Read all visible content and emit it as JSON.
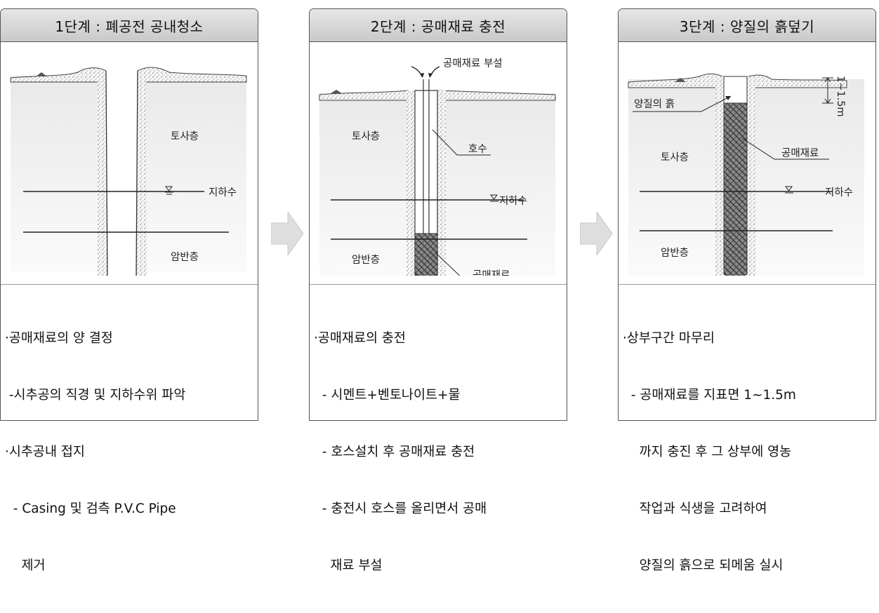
{
  "panels": [
    {
      "title": "1단계 : 폐공전 공내청소",
      "labels": {
        "soil": "토사층",
        "groundwater": "지하수",
        "rock": "암반층"
      },
      "description": [
        "·공매재료의 양 결정",
        " -시추공의 직경 및 지하수위 파악",
        "·시추공내 접지",
        "  - Casing 및 검측 P.V.C Pipe",
        "    제거"
      ]
    },
    {
      "title": "2단계 : 공매재료 충전",
      "labels": {
        "placement": "공매재료 부설",
        "soil": "토사층",
        "hose": "호수",
        "groundwater": "지하수",
        "rock": "암반층",
        "material": "공매재료"
      },
      "description": [
        "·공매재료의 충전",
        "  - 시멘트+벤토나이트+물",
        "  - 호스설치 후 공매재료 충전",
        "  - 충전시 호스를 올리면서 공매",
        "    재료 부설"
      ]
    },
    {
      "title": "3단계 : 양질의 흙덮기",
      "labels": {
        "depth": "1~1.5m",
        "topsoil": "양질의 흙",
        "soil": "토사층",
        "material": "공매재료",
        "groundwater": "지하수",
        "rock": "암반층"
      },
      "description": [
        "·상부구간 마무리",
        "  - 공매재료를 지표면 1~1.5m",
        "    까지 충진 후 그 상부에 영농",
        "    작업과 식생을 고려하여",
        "    양질의 흙으로 되메움 실시"
      ]
    }
  ],
  "colors": {
    "header": "#d4d4d4",
    "arrow": "#d9d9d9",
    "ground": "#ececec",
    "fill": "#555555"
  }
}
